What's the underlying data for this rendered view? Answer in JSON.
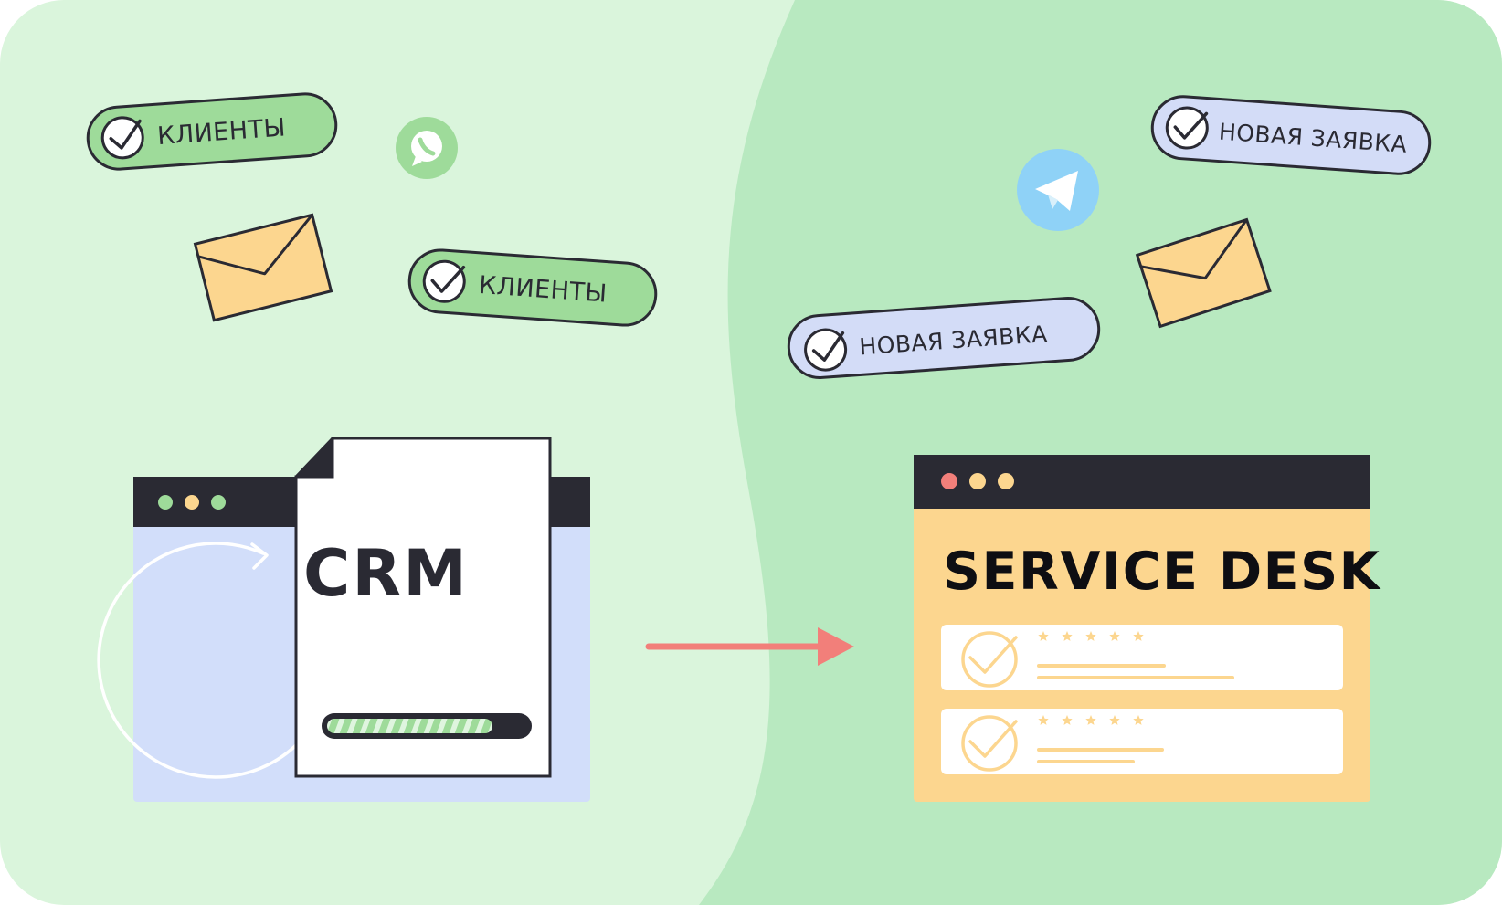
{
  "illustration": {
    "left_pills": [
      {
        "label": "КЛИЕНТЫ"
      },
      {
        "label": "КЛИЕНТЫ"
      }
    ],
    "right_pills": [
      {
        "label": "НОВАЯ ЗАЯВКА"
      },
      {
        "label": "НОВАЯ ЗАЯВКА"
      }
    ],
    "crm_label": "CRM",
    "crm_progress": 0.83,
    "service_desk_label": "SERVICE DESK",
    "service_desk_ratings": [
      5,
      5
    ],
    "icons": [
      "whatsapp-icon",
      "telegram-icon",
      "envelope-icon",
      "envelope-icon",
      "check-icon",
      "cycle-arrow-icon",
      "arrow-right-icon"
    ],
    "colors": {
      "left_bg": "#daf5dc",
      "right_bg": "#b8e9c0",
      "green_pill": "#9edb9a",
      "blue_pill": "#d3dcf7",
      "envelope": "#fcd68f",
      "crm_window": "#d2defa",
      "service_desk_window": "#fcd68f",
      "titlebar": "#2a2a33",
      "arrow": "#f27f7a",
      "telegram": "#8fd2f7",
      "whatsapp": "#9edb9a"
    }
  }
}
